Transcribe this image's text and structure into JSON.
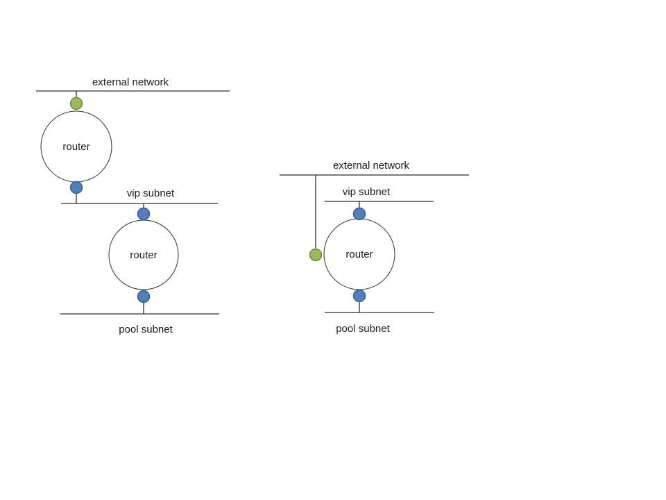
{
  "page": {
    "background": "#ffffff"
  },
  "colors": {
    "line": "#2e2e2e",
    "text": "#1c1c1c",
    "external_port_fill": "#9bbb59",
    "external_port_stroke": "#71893f",
    "subnet_port_fill": "#4f81bd",
    "subnet_port_stroke": "#385d8a"
  },
  "left_topology": {
    "external_network_label": "external network",
    "router_top_label": "router",
    "vip_subnet_label": "vip subnet",
    "router_bottom_label": "router",
    "pool_subnet_label": "pool subnet"
  },
  "right_topology": {
    "external_network_label": "external network",
    "vip_subnet_label": "vip subnet",
    "router_label": "router",
    "pool_subnet_label": "pool subnet"
  }
}
